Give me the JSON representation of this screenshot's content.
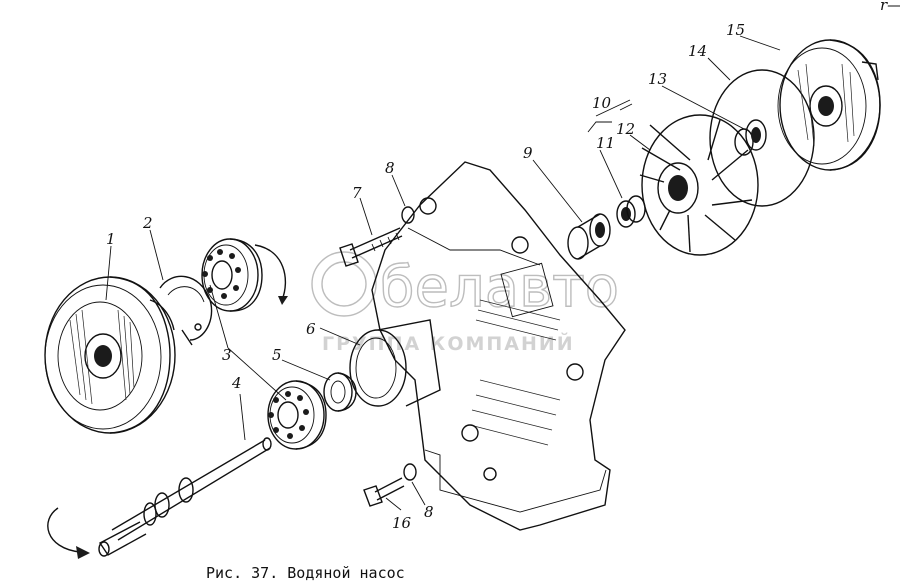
{
  "caption": "Рис. 37. Водяной насос",
  "watermark": {
    "brand": "белавто",
    "subtitle": "ГРУППА КОМПАНИЙ"
  },
  "callouts": [
    "1",
    "2",
    "3",
    "4",
    "5",
    "6",
    "7",
    "8",
    "9",
    "10",
    "11",
    "12",
    "13",
    "14",
    "15",
    "16",
    "8"
  ],
  "corner_mark": "r—"
}
